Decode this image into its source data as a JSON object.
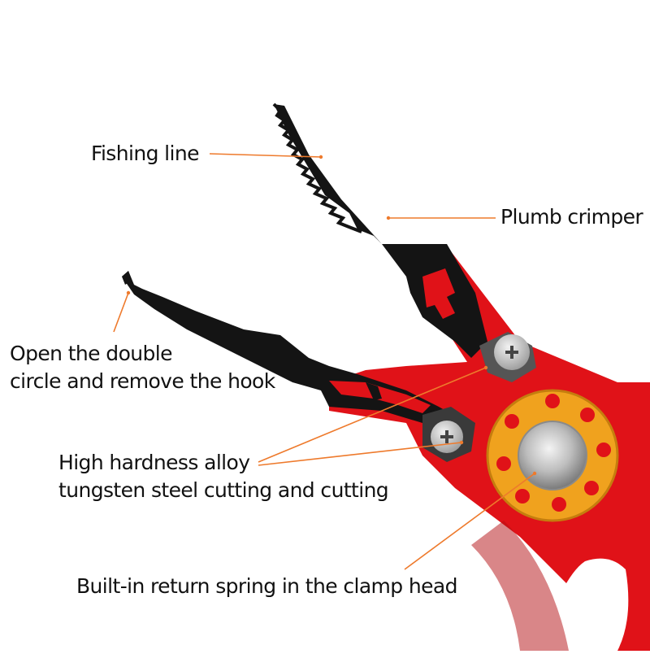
{
  "callouts": {
    "fishing_line": "Fishing line",
    "plumb_crimper": "Plumb crimper",
    "open_hook": [
      "Open the double",
      "circle and remove the hook"
    ],
    "alloy": [
      "High hardness alloy",
      "tungsten steel cutting and cutting"
    ],
    "spring": "Built-in return spring in the clamp head"
  },
  "colors": {
    "handle_red": "#e01218",
    "jaw_black": "#141414",
    "ring_orange": "#f0a21e",
    "leader_orange": "#ee7a2c",
    "screw_silver": "#c9c9c9"
  }
}
